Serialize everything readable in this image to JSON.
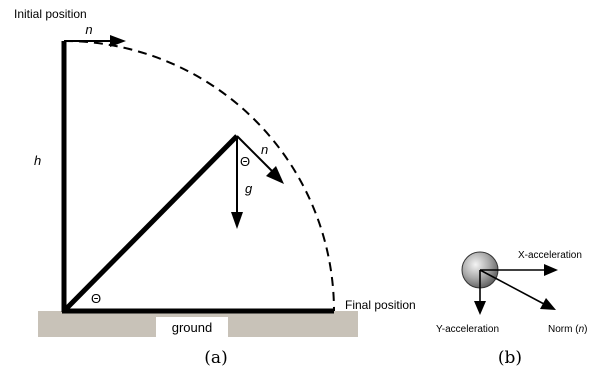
{
  "figure_a": {
    "label_initial": "Initial position",
    "label_final": "Final position",
    "label_ground": "ground",
    "label_h": "h",
    "label_n_top": "n",
    "label_n_mid": "n",
    "label_g": "g",
    "label_theta_mid": "Θ",
    "label_theta_base": "Θ",
    "caption": "(a)"
  },
  "figure_b": {
    "label_x_accel": "X-acceleration",
    "label_y_accel": "Y-acceleration",
    "label_norm_prefix": "Norm (",
    "label_norm_var": "n",
    "label_norm_suffix": ")",
    "caption": "(b)"
  },
  "colors": {
    "ground_fill": "#c8c2b8",
    "ink": "#000000",
    "sphere_light": "#f2f2f2",
    "sphere_dark": "#6e6e6e"
  }
}
